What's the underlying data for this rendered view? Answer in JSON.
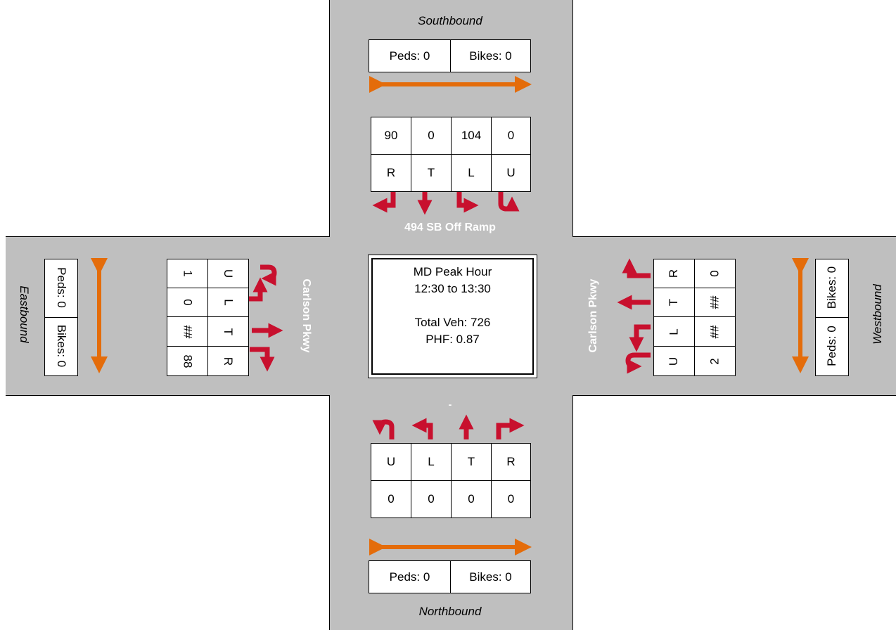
{
  "center": {
    "period": "MD Peak Hour",
    "time": "12:30 to 13:30",
    "total": "Total Veh: 726",
    "phf": "PHF: 0.87"
  },
  "southbound": {
    "direction": "Southbound",
    "street": "494 SB Off Ramp",
    "peds": "Peds: 0",
    "bikes": "Bikes: 0",
    "volumes": [
      "90",
      "0",
      "104",
      "0"
    ],
    "movements": [
      "R",
      "T",
      "L",
      "U"
    ]
  },
  "northbound": {
    "direction": "Northbound",
    "street": "-",
    "peds": "Peds: 0",
    "bikes": "Bikes: 0",
    "movements": [
      "U",
      "L",
      "T",
      "R"
    ],
    "volumes": [
      "0",
      "0",
      "0",
      "0"
    ]
  },
  "eastbound": {
    "direction": "Eastbound",
    "street": "Carlson Pkwy",
    "peds": "Peds: 0",
    "bikes": "Bikes: 0",
    "volumes": [
      "1",
      "0",
      "##",
      "88"
    ],
    "movements": [
      "U",
      "L",
      "T",
      "R"
    ]
  },
  "westbound": {
    "direction": "Westbound",
    "street": "Carlson Pkwy",
    "peds": "Peds: 0",
    "bikes": "Bikes: 0",
    "movements": [
      "R",
      "T",
      "L",
      "U"
    ],
    "volumes": [
      "0",
      "##",
      "##",
      "2"
    ]
  },
  "colors": {
    "road": "#bfbfbf",
    "ped_arrow": "#e46c0a",
    "turn_arrow": "#c8102e"
  }
}
